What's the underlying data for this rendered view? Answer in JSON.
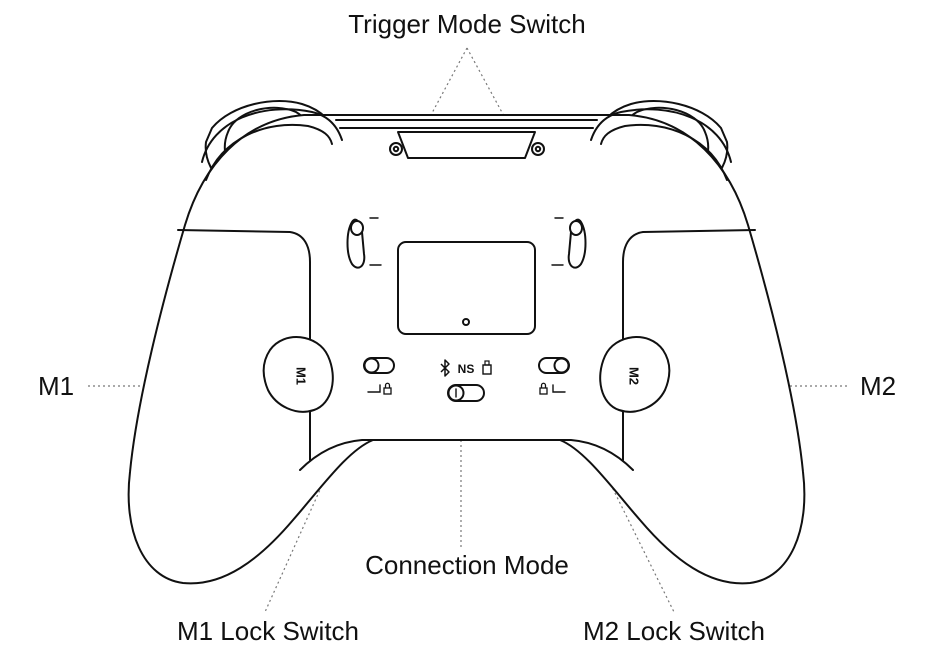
{
  "labels": {
    "trigger_mode_switch": "Trigger Mode Switch",
    "m1": "M1",
    "m2": "M2",
    "connection_mode": "Connection Mode",
    "m1_lock_switch": "M1 Lock Switch",
    "m2_lock_switch": "M2 Lock Switch"
  },
  "controller": {
    "m1_button_text": "M1",
    "m2_button_text": "M2",
    "connection_mode_text": "NS"
  },
  "icons": {
    "bluetooth": "bluetooth-icon",
    "usb": "usb-icon",
    "lock": "lock-icon"
  }
}
